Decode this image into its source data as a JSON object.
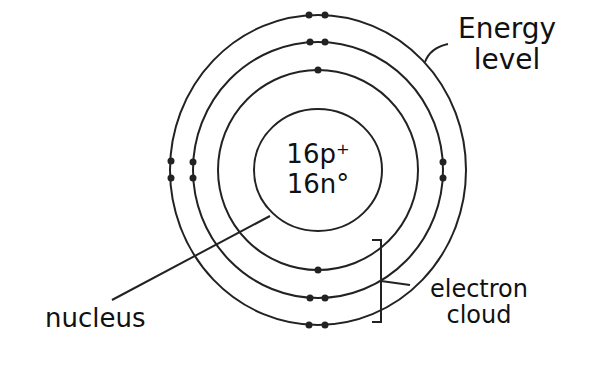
{
  "diagram": {
    "nodes": [
      {
        "text": [
          "16p⁺",
          "16n°"
        ]
      }
    ],
    "labels": [
      "Energy level",
      "nucleus",
      "electron cloud"
    ]
  }
}
